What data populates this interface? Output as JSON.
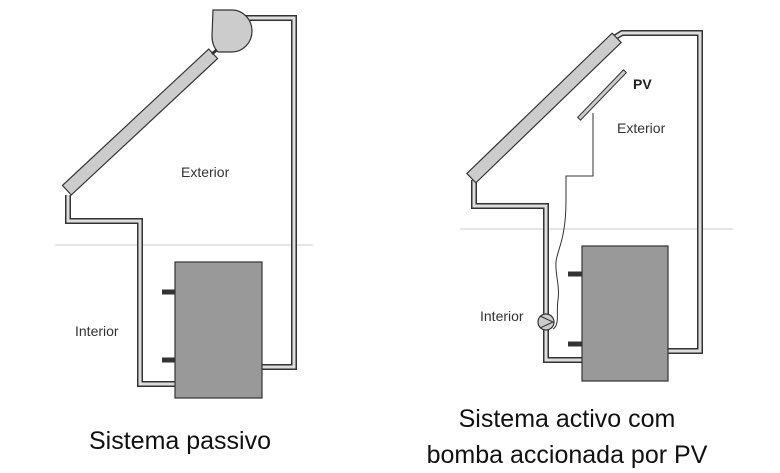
{
  "passive": {
    "exterior_label": "Exterior",
    "interior_label": "Interior",
    "caption": "Sistema passivo"
  },
  "active": {
    "pv_label": "PV",
    "exterior_label": "Exterior",
    "interior_label": "Interior",
    "caption_line1": "Sistema activo com",
    "caption_line2": "bomba accionada por PV"
  },
  "colors": {
    "tank": "#999999",
    "collector": "#cccccc",
    "outline": "#333333"
  }
}
